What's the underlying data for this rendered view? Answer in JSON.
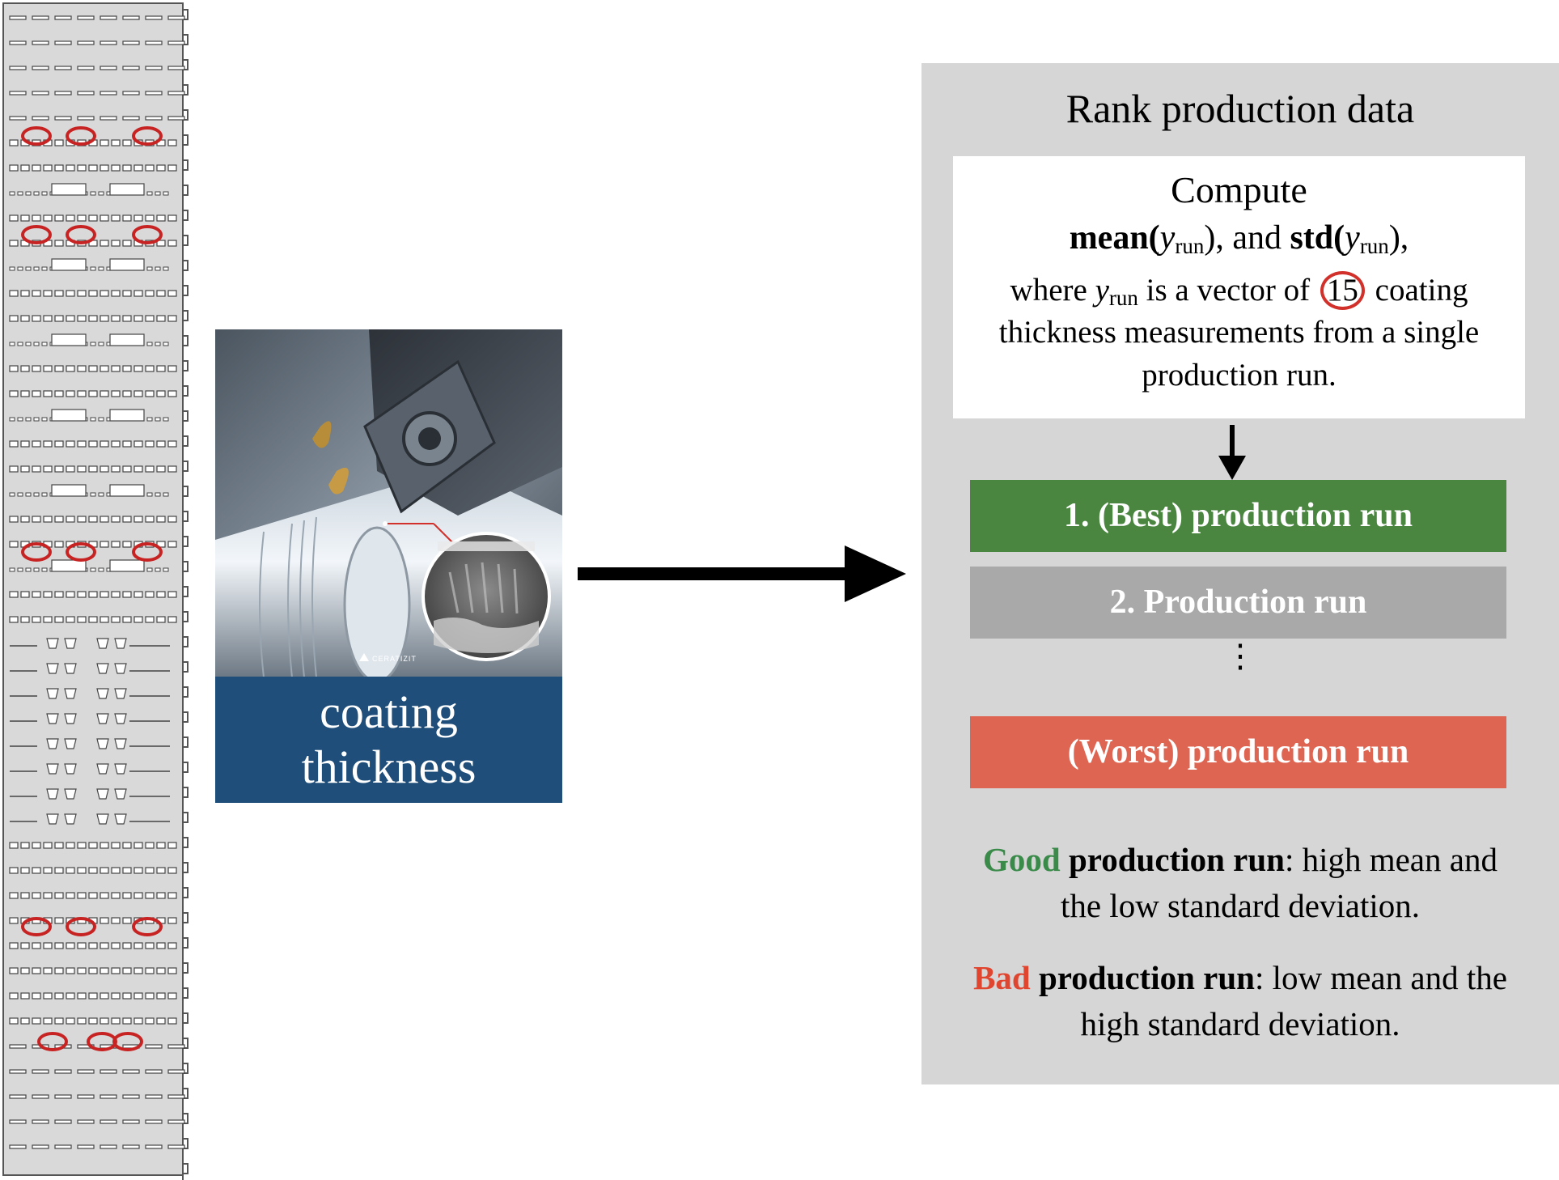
{
  "photo": {
    "caption_line1": "coating",
    "caption_line2": "thickness",
    "logo_text": "CERATIZIT"
  },
  "panel": {
    "title": "Rank production data",
    "compute": {
      "title": "Compute",
      "mean_label": "mean(",
      "var_y": "y",
      "var_sub": "run",
      "mid_text": "), and ",
      "std_label": "std(",
      "end_text": "),",
      "desc_where": "where ",
      "desc_vector": " is a vector of ",
      "count": "15",
      "desc_coating": " coating",
      "desc_line2": "thickness measurements from a single",
      "desc_line3": "production run."
    },
    "ranking": {
      "best": "1. (Best) production run",
      "second": "2. Production run",
      "dots": "⋮",
      "worst": "(Worst) production run"
    },
    "legend": {
      "good_word": "Good",
      "good_bold": " production run",
      "good_rest": ": high mean and",
      "good_line2": "the low standard deviation.",
      "bad_word": "Bad",
      "bad_bold": " production run",
      "bad_rest": ": low mean and the",
      "bad_line2": "high standard deviation."
    }
  },
  "colors": {
    "good": "#3a8a4a",
    "bad": "#e0452f",
    "best_bar": "#4a8640",
    "second_bar": "#a9a9a9",
    "worst_bar": "#de6551",
    "caption_bg": "#1f4e7a",
    "highlight_circle": "#d2302a",
    "panel_bg": "#d6d6d6"
  }
}
